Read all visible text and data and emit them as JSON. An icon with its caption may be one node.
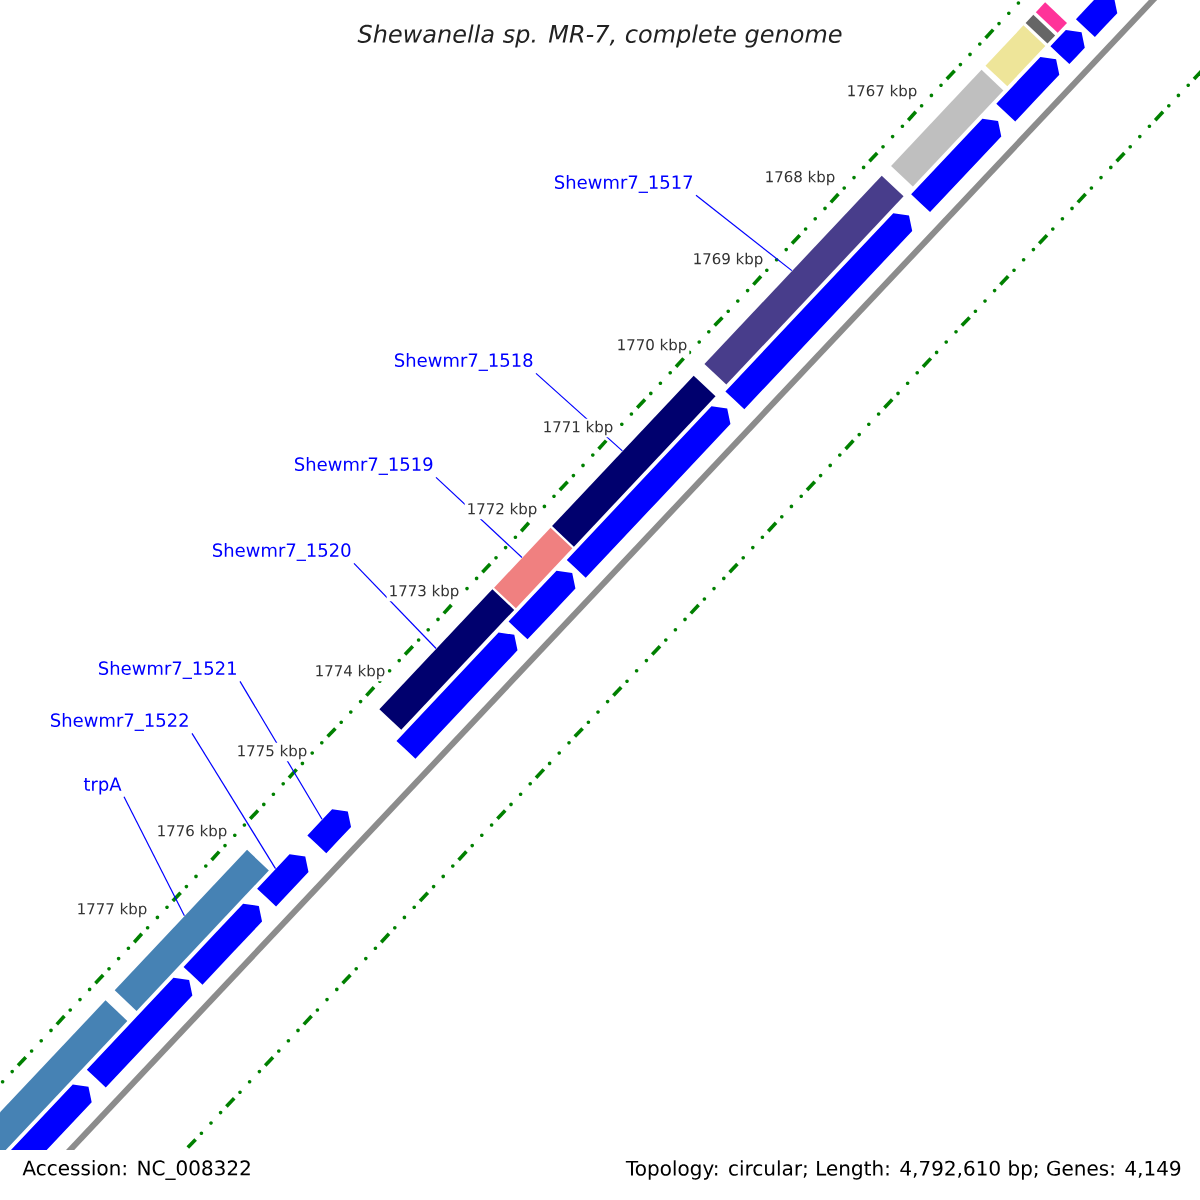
{
  "diagram": {
    "title": "Shewanella sp. MR-7, complete genome",
    "nodes": [
      {
        "text": [
          "Shewmr7_1517"
        ]
      },
      {
        "text": [
          "Shewmr7_1518"
        ]
      },
      {
        "text": [
          "Shewmr7_1519"
        ]
      },
      {
        "text": [
          "Shewmr7_1520"
        ]
      },
      {
        "text": [
          "Shewmr7_1521"
        ]
      },
      {
        "text": [
          "Shewmr7_1522"
        ]
      },
      {
        "text": [
          "trpA"
        ]
      },
      {
        "text": [],
        "shape": "bar"
      },
      {
        "text": [],
        "shape": "bar"
      },
      {
        "text": [],
        "shape": "bar"
      },
      {
        "text": [],
        "shape": "bar"
      },
      {
        "text": [],
        "shape": "bar"
      },
      {
        "text": [],
        "shape": "bar"
      },
      {
        "text": [],
        "shape": "bar"
      },
      {
        "text": [],
        "shape": "bar"
      },
      {
        "text": [],
        "shape": "bar"
      },
      {
        "text": [],
        "shape": "bar"
      },
      {
        "text": [],
        "shape": "pentagon"
      },
      {
        "text": [],
        "shape": "pentagon"
      },
      {
        "text": [],
        "shape": "pentagon"
      },
      {
        "text": [],
        "shape": "pentagon"
      },
      {
        "text": [],
        "shape": "pentagon"
      },
      {
        "text": [],
        "shape": "pentagon"
      },
      {
        "text": [],
        "shape": "pentagon"
      },
      {
        "text": [],
        "shape": "pentagon"
      },
      {
        "text": [],
        "shape": "pentagon"
      },
      {
        "text": [],
        "shape": "pentagon"
      },
      {
        "text": [],
        "shape": "pentagon"
      },
      {
        "text": [],
        "shape": "pentagon"
      },
      {
        "text": [],
        "shape": "pentagon"
      }
    ],
    "edges": [
      {
        "from": 0,
        "to": 11,
        "arrow": "none"
      },
      {
        "from": 1,
        "to": 12,
        "arrow": "none"
      },
      {
        "from": 2,
        "to": 13,
        "arrow": "none"
      },
      {
        "from": 3,
        "to": 14,
        "arrow": "none"
      },
      {
        "from": 4,
        "to": 25,
        "arrow": "none"
      },
      {
        "from": 5,
        "to": 26,
        "arrow": "none"
      },
      {
        "from": 6,
        "to": 15,
        "arrow": "none"
      }
    ],
    "labels": [
      "1767 kbp",
      "1768 kbp",
      "1769 kbp",
      "1770 kbp",
      "1771 kbp",
      "1772 kbp",
      "1773 kbp",
      "1774 kbp",
      "1775 kbp",
      "1776 kbp",
      "1777 kbp",
      "Accession: NC_008322",
      "Topology: circular; Length: 4,792,610 bp; Genes: 4,149"
    ]
  }
}
